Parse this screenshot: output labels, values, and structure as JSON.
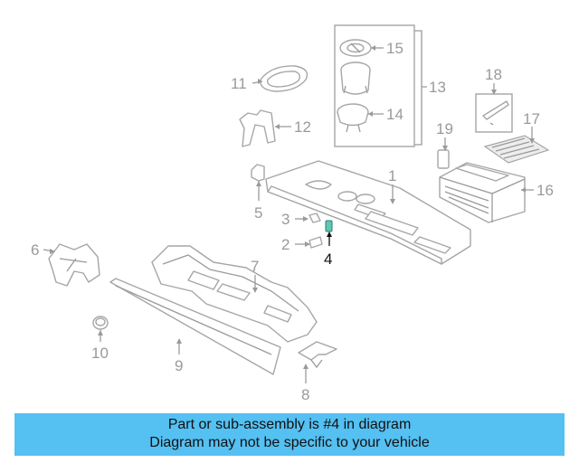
{
  "diagram": {
    "highlight_color": "#5fc8b4",
    "callouts": {
      "c1": "1",
      "c2": "2",
      "c3": "3",
      "c4": "4",
      "c5": "5",
      "c6": "6",
      "c7": "7",
      "c8": "8",
      "c9": "9",
      "c10": "10",
      "c11": "11",
      "c12": "12",
      "c13": "13",
      "c14": "14",
      "c15": "15",
      "c16": "16",
      "c17": "17",
      "c18": "18",
      "c19": "19"
    },
    "highlighted_part": "4"
  },
  "banner": {
    "line1": "Part or sub-assembly is #4 in diagram",
    "line2": "Diagram may not be specific to your vehicle",
    "color": "#55c0f2"
  }
}
